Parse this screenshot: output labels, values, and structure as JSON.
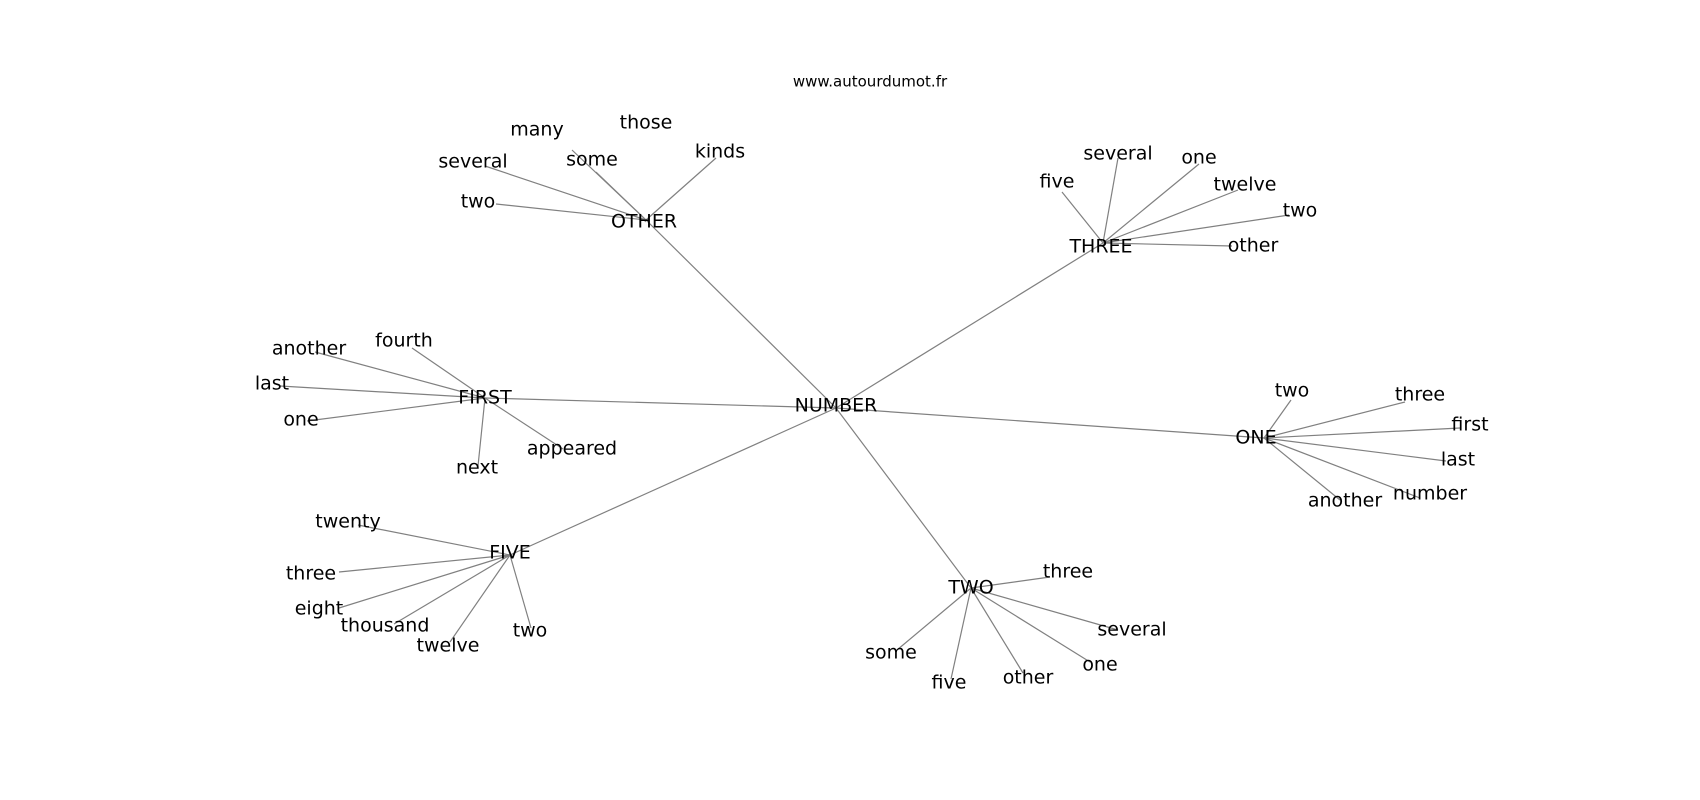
{
  "source": "www.autourdumot.fr",
  "colors": {
    "edge": "#808080",
    "text": "#000000",
    "background": "#ffffff"
  },
  "center": "NUMBER",
  "hubs": [
    {
      "id": "OTHER",
      "leaves": [
        "many",
        "those",
        "some",
        "kinds",
        "several",
        "two"
      ]
    },
    {
      "id": "THREE",
      "leaves": [
        "several",
        "one",
        "five",
        "twelve",
        "two",
        "other"
      ]
    },
    {
      "id": "FIRST",
      "leaves": [
        "another",
        "fourth",
        "last",
        "one",
        "appeared",
        "next"
      ]
    },
    {
      "id": "ONE",
      "leaves": [
        "two",
        "three",
        "first",
        "last",
        "number",
        "another"
      ]
    },
    {
      "id": "FIVE",
      "leaves": [
        "twenty",
        "three",
        "eight",
        "thousand",
        "two",
        "twelve"
      ]
    },
    {
      "id": "TWO",
      "leaves": [
        "three",
        "several",
        "some",
        "one",
        "other",
        "five"
      ]
    }
  ]
}
